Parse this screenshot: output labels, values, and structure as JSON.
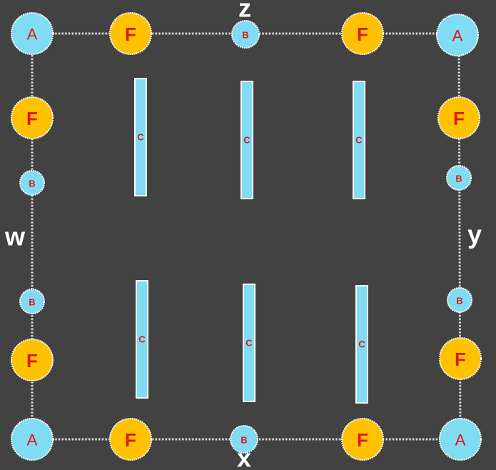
{
  "colors": {
    "background": "#424242",
    "edge": "#e6e6e6",
    "node_a_fill": "#7fdcf2",
    "node_b_fill": "#7fdcf2",
    "node_f_fill": "#ffc200",
    "node_text": "#e01818",
    "bar_fill": "#7fdcf2",
    "bar_border": "#ffffff",
    "side_label": "#ffffff"
  },
  "labels": {
    "top": "z",
    "bottom": "x",
    "left": "w",
    "right": "y"
  },
  "node_types": {
    "a": "A",
    "b": "B",
    "c": "C",
    "f": "F"
  },
  "top_edge": [
    "A",
    "F",
    "B",
    "F",
    "A"
  ],
  "bottom_edge": [
    "A",
    "F",
    "B",
    "F",
    "A"
  ],
  "left_edge": [
    "A",
    "F",
    "B",
    "B",
    "F",
    "A"
  ],
  "right_edge": [
    "A",
    "F",
    "B",
    "B",
    "F",
    "A"
  ],
  "bars_top_row": [
    "C",
    "C",
    "C"
  ],
  "bars_bottom_row": [
    "C",
    "C",
    "C"
  ]
}
